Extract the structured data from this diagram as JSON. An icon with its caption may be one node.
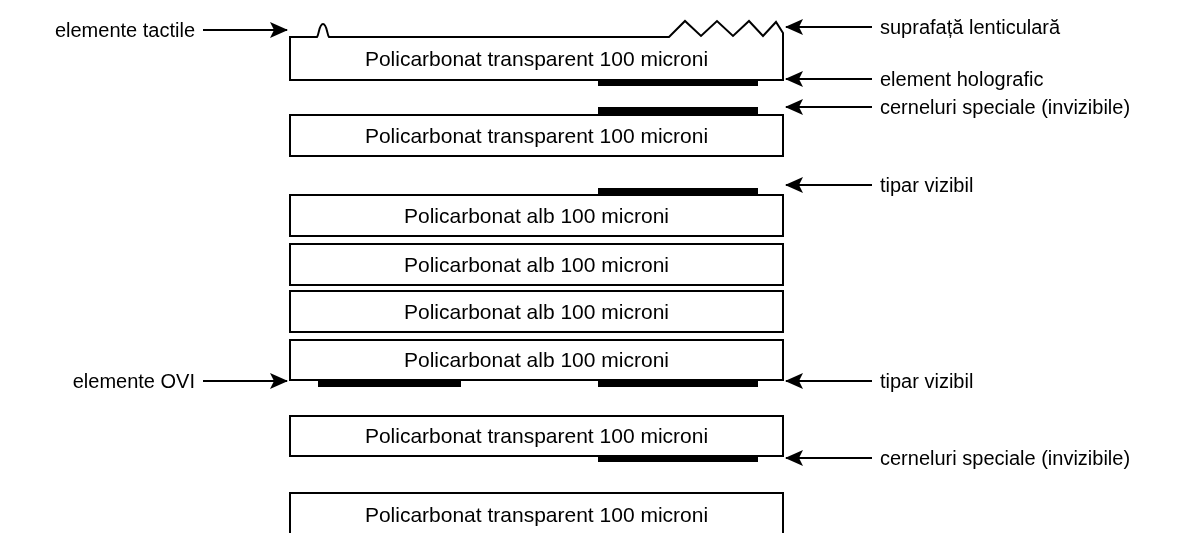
{
  "diagram": {
    "nodes": [
      {
        "text": [
          "elemente tactile"
        ]
      },
      {
        "text": [
          "suprafață lenticulară"
        ]
      },
      {
        "text": [
          "Policarbonat transparent 100 microni"
        ]
      },
      {
        "text": [
          "element holografic"
        ]
      },
      {
        "text": [
          "cerneluri speciale (invizibile)"
        ]
      },
      {
        "text": [
          "Policarbonat transparent 100 microni"
        ]
      },
      {
        "text": [
          "tipar vizibil"
        ]
      },
      {
        "text": [
          "Policarbonat alb 100 microni"
        ]
      },
      {
        "text": [
          "Policarbonat alb 100 microni"
        ]
      },
      {
        "text": [
          "Policarbonat alb 100 microni"
        ]
      },
      {
        "text": [
          "elemente OVI"
        ]
      },
      {
        "text": [
          "Policarbonat alb 100 microni"
        ]
      },
      {
        "text": [
          "tipar vizibil"
        ]
      },
      {
        "text": [
          "Policarbonat transparent 100 microni"
        ]
      },
      {
        "text": [
          "cerneluri speciale (invizibile)"
        ]
      },
      {
        "text": [
          "Policarbonat transparent 100 microni"
        ]
      }
    ],
    "edges": [
      {
        "from": 0,
        "to": 2,
        "arrow": "to"
      },
      {
        "from": 1,
        "to": 2,
        "arrow": "to"
      },
      {
        "from": 3,
        "to": 2,
        "arrow": "to"
      },
      {
        "from": 4,
        "to": 5,
        "arrow": "to"
      },
      {
        "from": 6,
        "to": 7,
        "arrow": "to"
      },
      {
        "from": 10,
        "to": 11,
        "arrow": "to"
      },
      {
        "from": 12,
        "to": 11,
        "arrow": "to"
      },
      {
        "from": 14,
        "to": 13,
        "arrow": "to"
      }
    ]
  }
}
